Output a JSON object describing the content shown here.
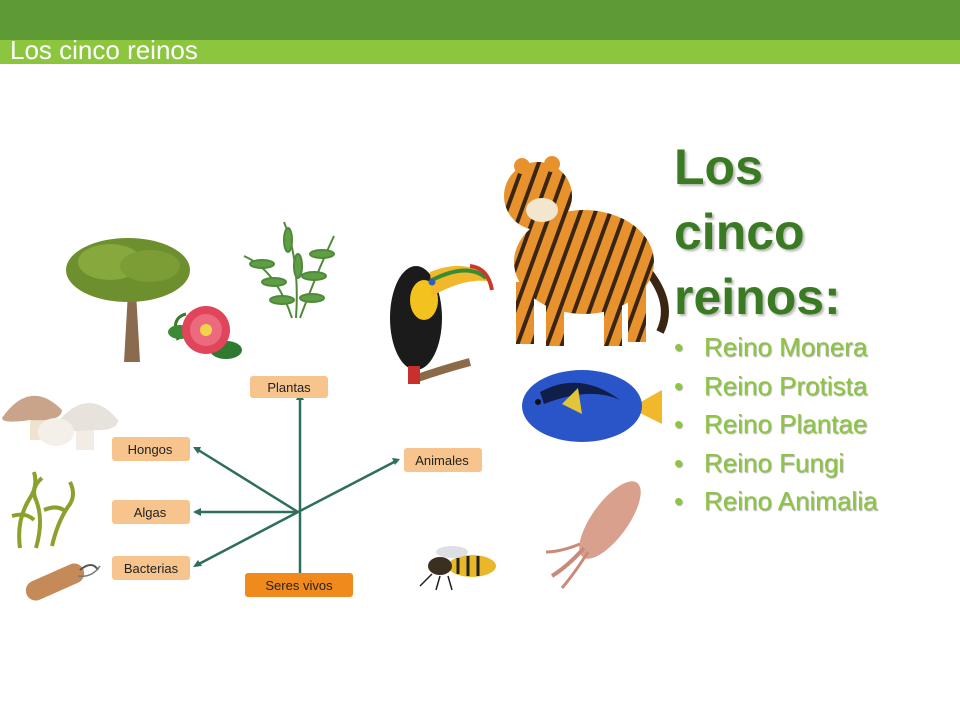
{
  "header": {
    "title": "Los cinco reinos"
  },
  "content": {
    "heading_lines": [
      "Los",
      "cinco",
      "reinos:"
    ],
    "bullet": "•",
    "kingdoms": [
      "Reino Monera",
      "Reino Protista",
      "Reino Plantae",
      "Reino Fungi",
      "Reino Animalia"
    ]
  },
  "diagram": {
    "nodes": {
      "plantas": "Plantas",
      "hongos": "Hongos",
      "algas": "Algas",
      "bacterias": "Bacterias",
      "animales": "Animales",
      "seres_vivos": "Seres vivos"
    }
  },
  "colors": {
    "header_dark": "#5f9b34",
    "header_light": "#8cc63f",
    "heading": "#3a7a22",
    "bullets": "#8cc63f",
    "label_box": "#f6c48c",
    "root_box": "#f18a1c",
    "lines": "#2f6f5a"
  },
  "icons": [
    "tree-icon",
    "camellia-flower-icon",
    "fern-icon",
    "mushrooms-icon",
    "seaweed-icon",
    "bacterium-icon",
    "toucan-icon",
    "tiger-icon",
    "blue-tang-fish-icon",
    "squid-icon",
    "wasp-icon"
  ]
}
